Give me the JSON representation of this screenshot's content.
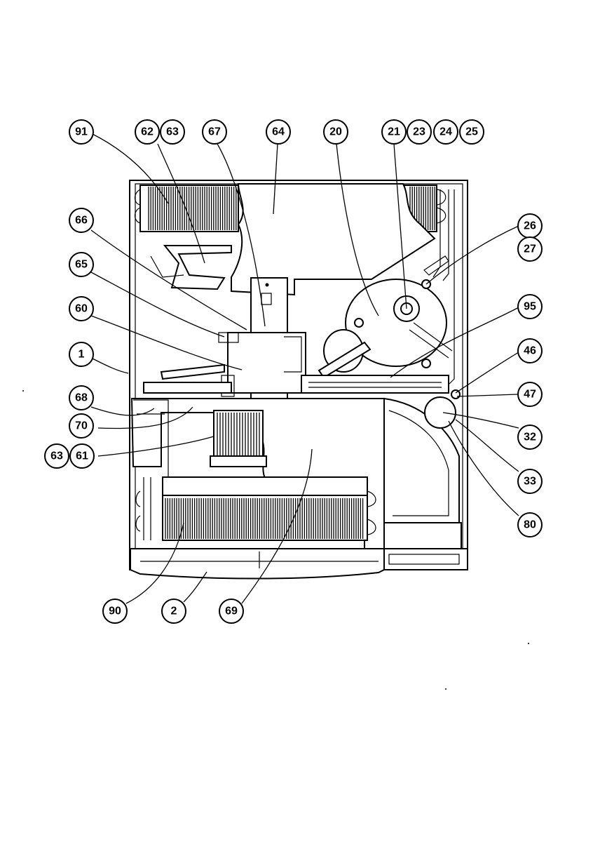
{
  "diagram": {
    "type": "exploded-parts-diagram",
    "callouts": [
      {
        "id": "c91",
        "label": "91"
      },
      {
        "id": "c62",
        "label": "62"
      },
      {
        "id": "c63a",
        "label": "63"
      },
      {
        "id": "c67",
        "label": "67"
      },
      {
        "id": "c64",
        "label": "64"
      },
      {
        "id": "c20",
        "label": "20"
      },
      {
        "id": "c21",
        "label": "21"
      },
      {
        "id": "c23",
        "label": "23"
      },
      {
        "id": "c24",
        "label": "24"
      },
      {
        "id": "c25",
        "label": "25"
      },
      {
        "id": "c66",
        "label": "66"
      },
      {
        "id": "c26",
        "label": "26"
      },
      {
        "id": "c27",
        "label": "27"
      },
      {
        "id": "c65",
        "label": "65"
      },
      {
        "id": "c95",
        "label": "95"
      },
      {
        "id": "c60",
        "label": "60"
      },
      {
        "id": "c46",
        "label": "46"
      },
      {
        "id": "c1",
        "label": "1"
      },
      {
        "id": "c68",
        "label": "68"
      },
      {
        "id": "c47",
        "label": "47"
      },
      {
        "id": "c70",
        "label": "70"
      },
      {
        "id": "c32",
        "label": "32"
      },
      {
        "id": "c63b",
        "label": "63"
      },
      {
        "id": "c61",
        "label": "61"
      },
      {
        "id": "c33",
        "label": "33"
      },
      {
        "id": "c80",
        "label": "80"
      },
      {
        "id": "c90",
        "label": "90"
      },
      {
        "id": "c2",
        "label": "2"
      },
      {
        "id": "c69",
        "label": "69"
      }
    ]
  }
}
